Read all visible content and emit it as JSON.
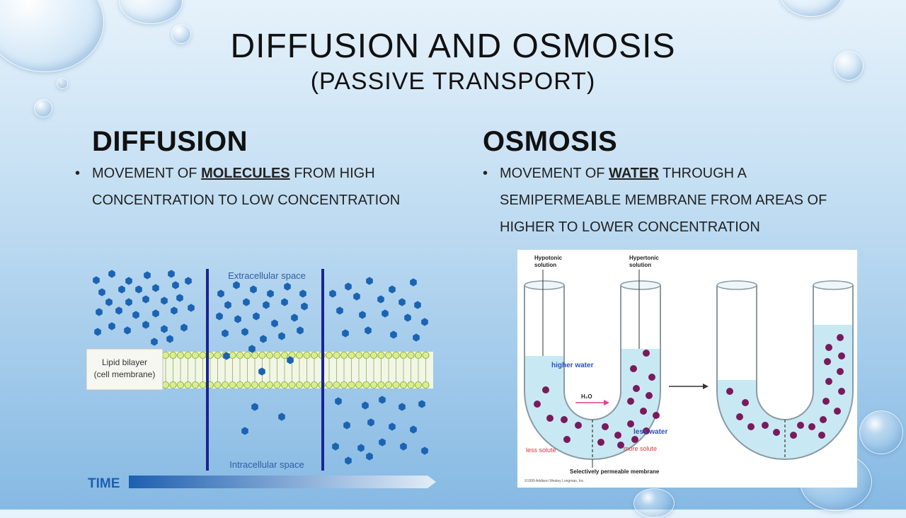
{
  "slide": {
    "title": "DIFFUSION AND OSMOSIS",
    "subtitle": "(PASSIVE TRANSPORT)"
  },
  "diffusion": {
    "heading": "DIFFUSION",
    "bullet_prefix": "MOVEMENT OF ",
    "bullet_key": "MOLECULES",
    "bullet_suffix": " FROM HIGH CONCENTRATION TO LOW CONCENTRATION"
  },
  "osmosis": {
    "heading": "OSMOSIS",
    "bullet_prefix": "MOVEMENT OF ",
    "bullet_key": "WATER",
    "bullet_suffix": " THROUGH A SEMIPERMEABLE MEMBRANE FROM AREAS OF HIGHER TO LOWER CONCENTRATION"
  },
  "diffusion_figure": {
    "extracellular_label": "Extracellular space",
    "intracellular_label": "Intracellular space",
    "bilayer_label_line1": "Lipid bilayer",
    "bilayer_label_line2": "(cell membrane)",
    "time_label": "TIME",
    "molecule_color": "#1b63b3",
    "divider_color": "#1a2494"
  },
  "osmosis_figure": {
    "hypotonic_line1": "Hypotonic",
    "hypotonic_line2": "solution",
    "hypertonic_line1": "Hypertonic",
    "hypertonic_line2": "solution",
    "higher_water": "higher water",
    "h2o": "H₂O",
    "less_water": "less water",
    "less_solute": "less solute",
    "more_solute": "more solute",
    "membrane_label": "Selectively permeable membrane",
    "copyright": "©1999 Addison Wesley Longman, Inc.",
    "solute_color": "#7a1a5c"
  },
  "icons": {
    "bullet": "•"
  }
}
